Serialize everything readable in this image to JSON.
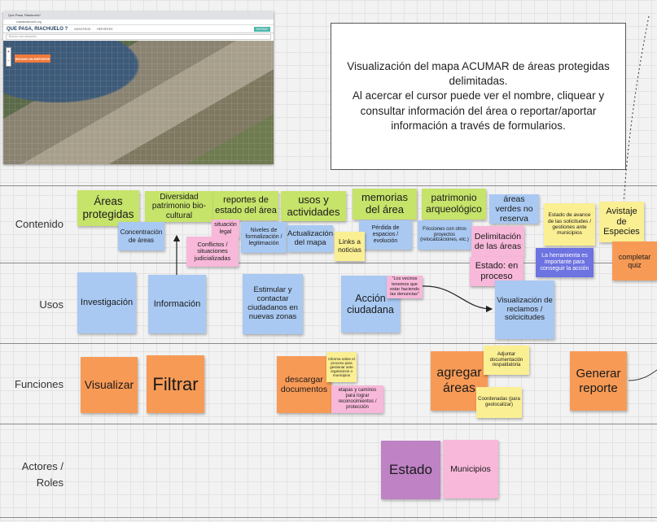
{
  "screenshot": {
    "tab_title": "Qué Pasa, Riachuelo?",
    "url": "cuantoriachuelo.org",
    "app_title": "QUE PASA, RIACHUELO ?",
    "nav_links": [
      "NOSOTROS",
      "REPORTES"
    ],
    "nav_button": "ENTRAR",
    "search_placeholder": "Buscar una ubicación...",
    "report_button": "ENVIAR UN REPORTE",
    "zoom": [
      "+",
      "−"
    ]
  },
  "description": "Visualización del mapa ACUMAR de áreas protegidas delimitadas.\nAl acercar el cursor puede ver el nombre, cliquear y consultar información del área o reportar/aportar información a través de formularios.",
  "rows": {
    "contenido": "Contenido",
    "usos": "Usos",
    "funciones": "Funciones",
    "actores": "Actores /\nRoles"
  },
  "notes": {
    "areas_protegidas": "Áreas protegidas",
    "diversidad": "Diversidad patrimonio bio-cultural",
    "reportes_estado": "reportes de estado del área",
    "usos_actividades": "usos y actividades",
    "memorias": "memorias del área",
    "patrimonio_arq": "patrimonio arqueológico",
    "areas_verdes": "áreas verdes no reserva",
    "estado_avance": "Estado de avance de las solicitudes / gestiones ante municipios",
    "avistaje": "Avistaje de Especies",
    "concentracion": "Concentración de áreas",
    "situacion_legal": "situación legal",
    "niveles": "Niveles de formalización / legitimación",
    "actualizacion": "Actualización del mapa",
    "perdida": "Pérdida de espacios / evolución",
    "fricciones": "Fricciones con otros proyectos (relocalizaciones, etc.)",
    "delimitacion": "Delimitación de las áreas",
    "herramienta": "La herramienta es importante para conseguir la acción",
    "completar_quiz": "completar quiz",
    "conflictos": "Conflictos / situaciones judicializadas",
    "links_noticias": "Links a noticias",
    "estado_proceso": "Estado: en proceso",
    "investigacion": "Investigación",
    "informacion": "Información",
    "estimular": "Estimular y contactar ciudadanos en nuevas zonas",
    "accion_ciudadana": "Acción ciudadana",
    "vecinos_quote": "\"Los vecinos tenemos que estar haciendo las denuncias\"",
    "visualizacion_reclamos": "Visualización de reclamos / solcicitudes",
    "visualizar": "Visualizar",
    "filtrar": "Filtrar",
    "descargar": "descargar documentos",
    "informa_proceso": "Informa sobre el proceso para gestionar ante organismos o municipios",
    "etapas_caminos": "etapas y caminos para lograr reconocimientos / protección",
    "agregar_areas": "agregar áreas",
    "adjuntar": "Adjuntar documentación respaldatoria",
    "coordenadas": "Coordenadas (para geolocalizar)",
    "generar_reporte": "Generar reporte",
    "estado_actor": "Estado",
    "municipios": "Municipios"
  },
  "colors": {
    "lime": "#c6e36a",
    "blue": "#a9c9f2",
    "orange": "#f79a56",
    "yellow": "#fbef93",
    "pink": "#f7b8d9",
    "purple": "#be82c5",
    "indigo": "#6d73e0"
  }
}
